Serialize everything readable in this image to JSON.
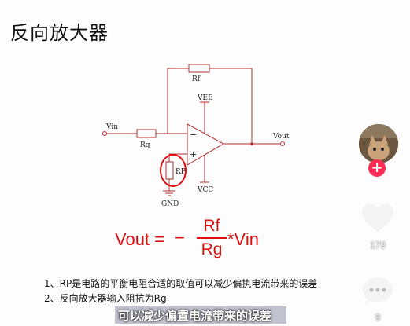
{
  "slide": {
    "title": "反向放大器",
    "circuit": {
      "vin": "Vin",
      "vout": "Vout",
      "rf": "Rf",
      "rg": "Rg",
      "rp": "RP",
      "vee": "VEE",
      "vcc": "VCC",
      "gnd": "GND",
      "minus_pin": "−",
      "plus_pin": "+"
    },
    "formula": {
      "lhs": "Vout =",
      "minus": "−",
      "numerator": "Rf",
      "denominator": "Rg",
      "rhs": "*Vin"
    },
    "notes": [
      "1、RP是电路的平衡电阻合适的取值可以减少偏执电流带来的误差",
      "2、反向放大器输入阻抗为Rg"
    ]
  },
  "subtitle": "可以减少偏置电流带来的误差",
  "sidebar": {
    "like_count": "179",
    "comment_count": "9",
    "follow_label": "+"
  },
  "colors": {
    "accent_red": "#dd1111",
    "follow_pink": "#fe2c55",
    "circuit_red": "#b03030"
  }
}
